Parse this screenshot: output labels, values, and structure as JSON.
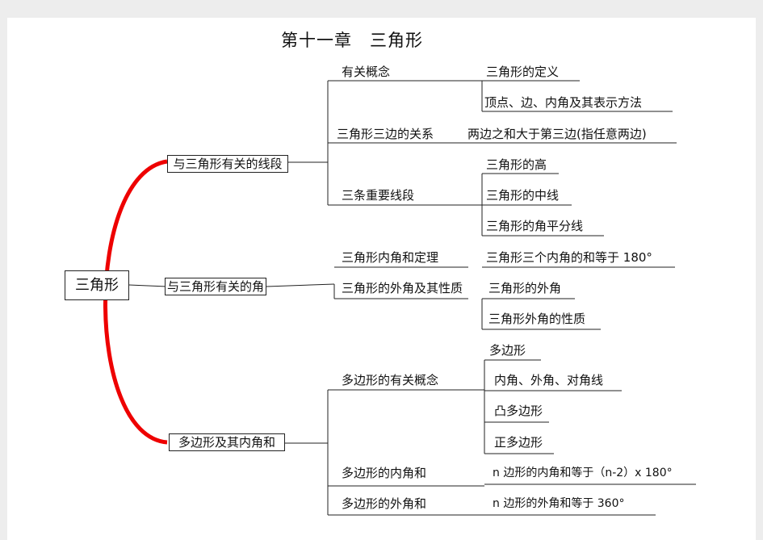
{
  "title": "第十一章　三角形",
  "root": "三角形",
  "branches": [
    {
      "label": "与三角形有关的线段",
      "children": [
        {
          "label": "有关概念",
          "leaves": [
            "三角形的定义",
            "顶点、边、内角及其表示方法"
          ]
        },
        {
          "label": "三角形三边的关系",
          "leaves": [
            "两边之和大于第三边(指任意两边)"
          ]
        },
        {
          "label": "三条重要线段",
          "leaves": [
            "三角形的高",
            "三角形的中线",
            "三角形的角平分线"
          ]
        }
      ]
    },
    {
      "label": "与三角形有关的角",
      "children": [
        {
          "label": "三角形内角和定理",
          "leaves": [
            "三角形三个内角的和等于 180°"
          ]
        },
        {
          "label": "三角形的外角及其性质",
          "leaves": [
            "三角形的外角",
            "三角形外角的性质"
          ]
        }
      ]
    },
    {
      "label": "多边形及其内角和",
      "children": [
        {
          "label": "多边形的有关概念",
          "leaves": [
            "多边形",
            "内角、外角、对角线",
            "凸多边形",
            "正多边形"
          ]
        },
        {
          "label": "多边形的内角和",
          "leaves": [
            "n 边形的内角和等于（n-2）x 180°"
          ]
        },
        {
          "label": "多边形的外角和",
          "leaves": [
            "n 边形的外角和等于 360°"
          ]
        }
      ]
    }
  ],
  "colors": {
    "curve": "#ee0000",
    "line": "#222222",
    "background": "#ededed",
    "paper": "#ffffff"
  }
}
